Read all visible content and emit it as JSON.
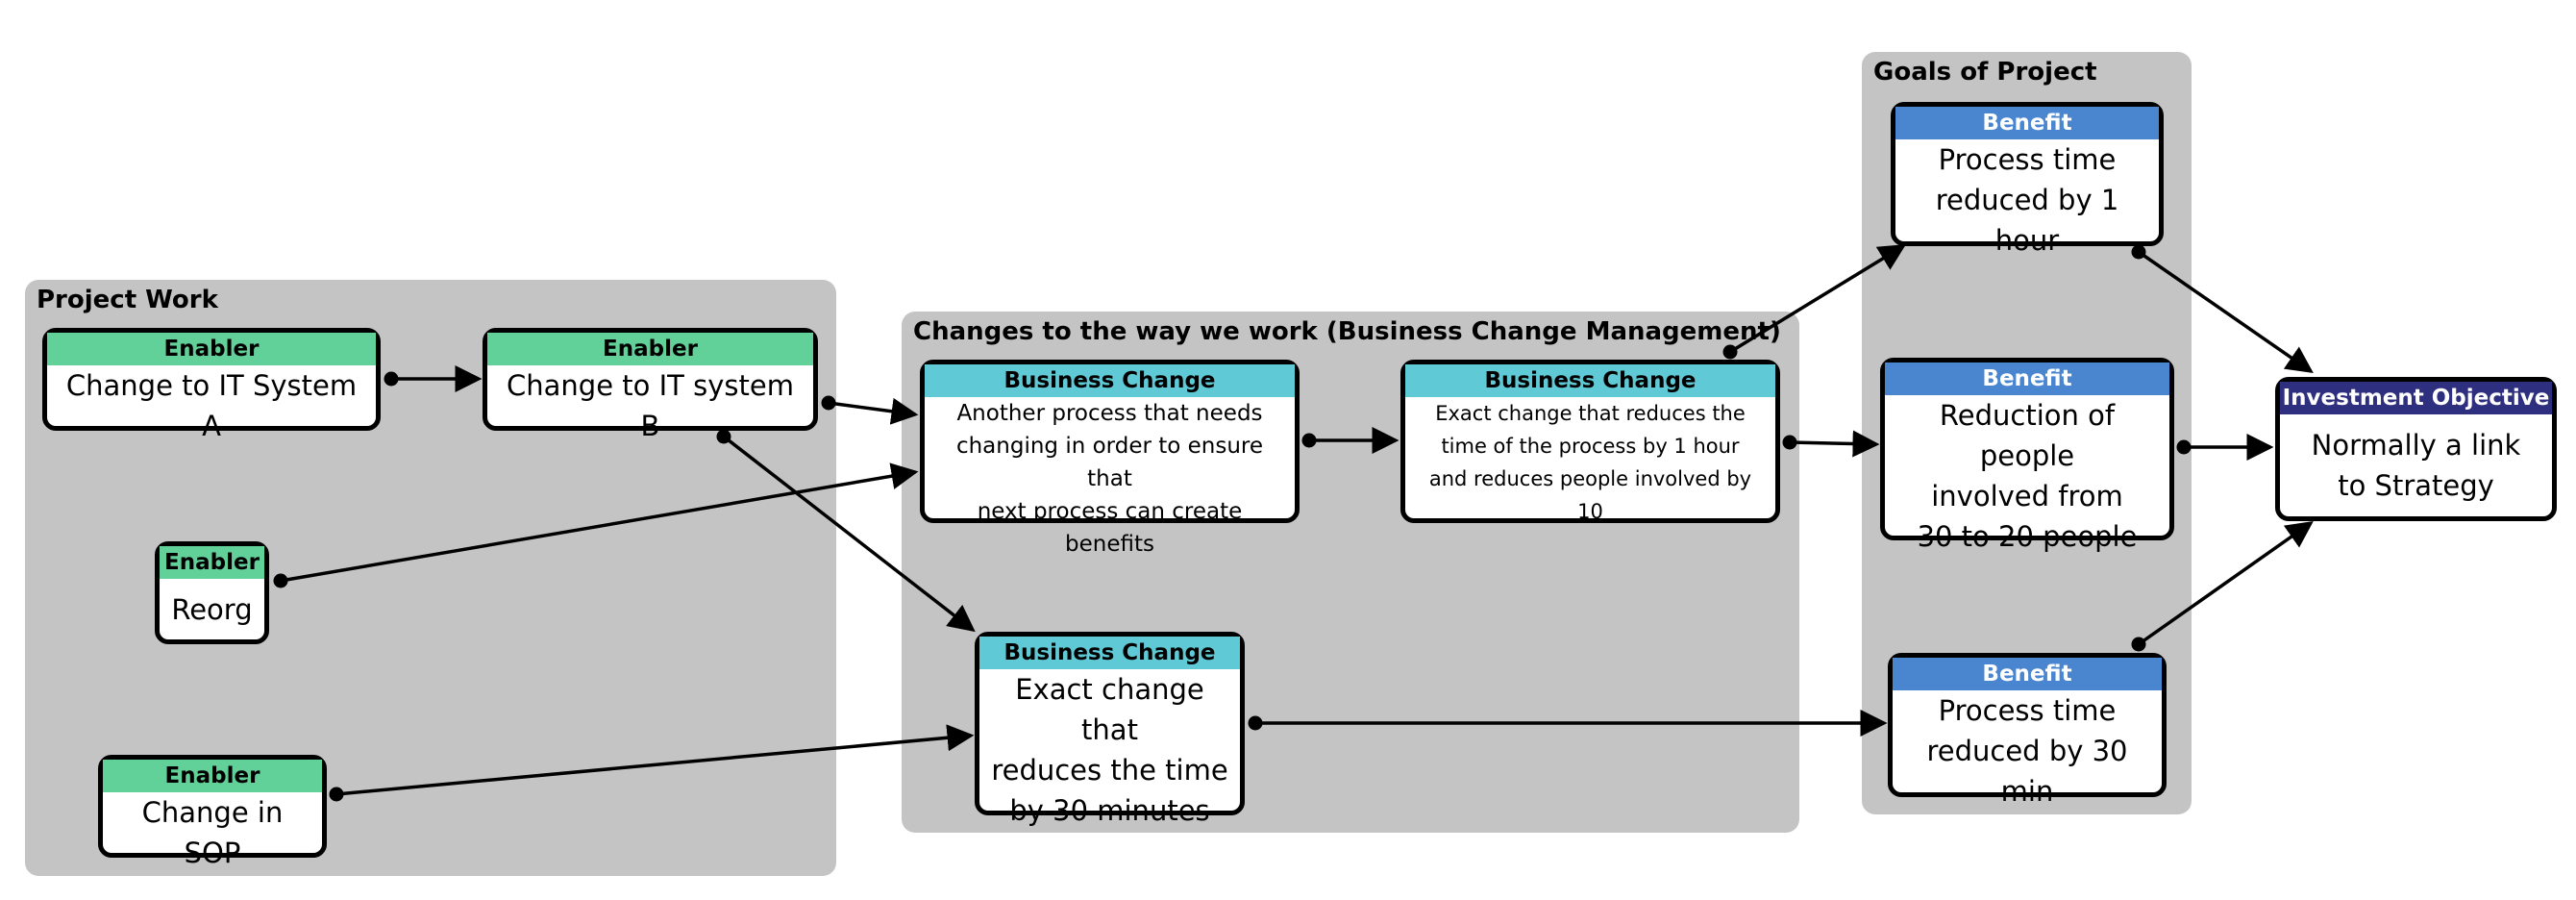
{
  "groups": {
    "project_work": "Project Work",
    "business_change": "Changes to the way we work (Business Change Management)",
    "goals": "Goals of Project"
  },
  "nodes": {
    "e1": {
      "type": "Enabler",
      "text": "Change to IT System A"
    },
    "e2": {
      "type": "Enabler",
      "text": "Change to IT system B"
    },
    "e3": {
      "type": "Enabler",
      "text": "Reorg"
    },
    "e4": {
      "type": "Enabler",
      "text": "Change in SOP"
    },
    "bc1": {
      "type": "Business Change",
      "text": "Another process that needs\nchanging in order to ensure that\nnext process can create benefits"
    },
    "bc2": {
      "type": "Business Change",
      "text": "Exact change that reduces the\ntime of the process by 1 hour\nand reduces people involved by 10"
    },
    "bc3": {
      "type": "Business Change",
      "text": "Exact change that\nreduces the time\nby 30 minutes"
    },
    "b1": {
      "type": "Benefit",
      "text": "Process time\nreduced by 1 hour"
    },
    "b2": {
      "type": "Benefit",
      "text": "Reduction of people\ninvolved from\n30 to 20 people"
    },
    "b3": {
      "type": "Benefit",
      "text": "Process time\nreduced by 30 min"
    },
    "io": {
      "type": "Investment Objective",
      "text": "Normally a link\nto Strategy"
    }
  },
  "colors": {
    "enabler": "#62d199",
    "business_change": "#5fc9d6",
    "benefit": "#4a86d0",
    "investment_objective": "#2e2f7e",
    "group_background": "#c4c4c4"
  }
}
